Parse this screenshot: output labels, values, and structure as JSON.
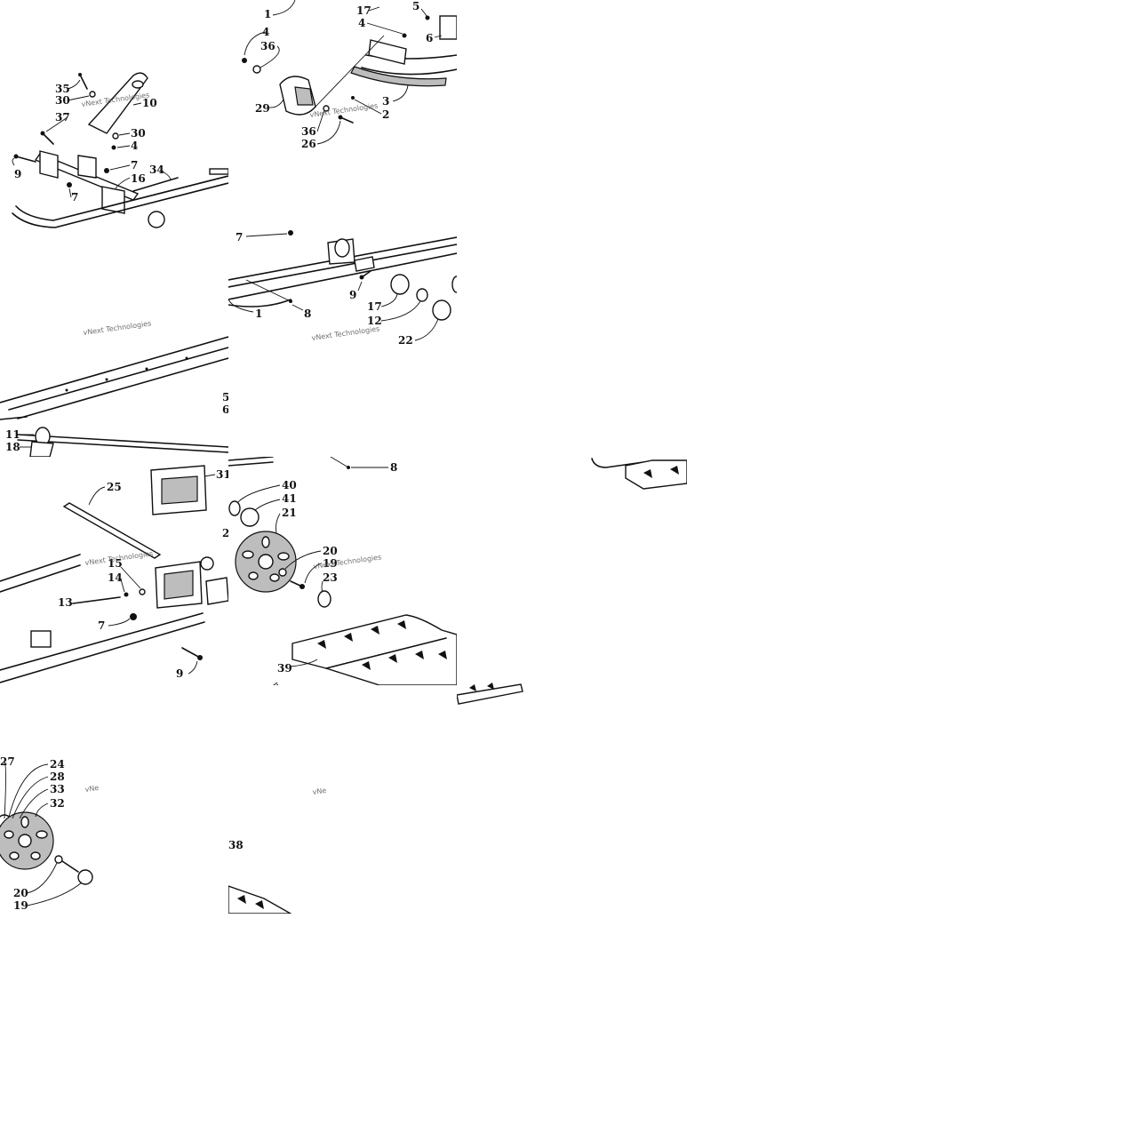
{
  "watermark": "vNext Technologies",
  "tiles": {
    "t11": {
      "labels": [
        "35",
        "30",
        "10",
        "37",
        "30",
        "4",
        "9",
        "7",
        "16",
        "34",
        "7"
      ]
    },
    "t12": {
      "labels": [
        "1",
        "17",
        "5",
        "4",
        "6",
        "4",
        "36",
        "29",
        "36",
        "26",
        "3",
        "2"
      ]
    },
    "t21": {
      "labels": [
        "5",
        "6",
        "11",
        "18"
      ]
    },
    "t22": {
      "labels": [
        "7",
        "9",
        "1",
        "8",
        "17",
        "12",
        "22"
      ]
    },
    "t31": {
      "labels": [
        "25",
        "31",
        "15",
        "14",
        "13",
        "7",
        "9",
        "2"
      ]
    },
    "t32": {
      "labels": [
        "8",
        "40",
        "41",
        "21",
        "20",
        "19",
        "23",
        "39",
        "23"
      ]
    },
    "t41": {
      "labels": [
        "27",
        "24",
        "28",
        "33",
        "32",
        "20",
        "19"
      ]
    },
    "t42": {
      "labels": [
        "38"
      ],
      "watermark_partial": "vNe"
    },
    "t41_watermark_partial": "vNe"
  }
}
